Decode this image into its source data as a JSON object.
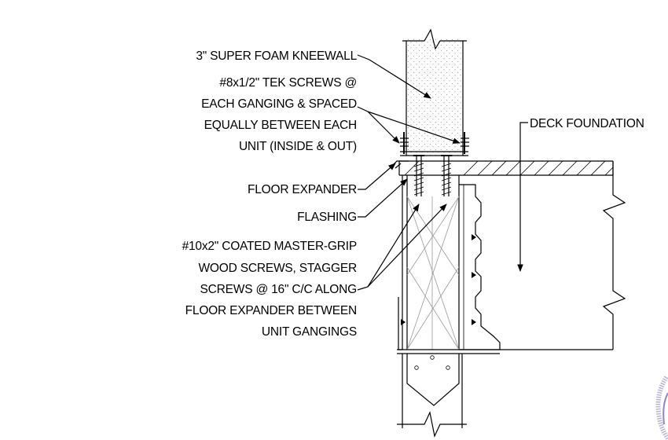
{
  "callouts": {
    "kneewall": "3\" SUPER FOAM KNEEWALL",
    "tek_line1": "#8x1/2\" TEK SCREWS @",
    "tek_line2": "EACH GANGING & SPACED",
    "tek_line3": "EQUALLY BETWEEN EACH",
    "tek_line4": "UNIT (INSIDE & OUT)",
    "floor_expander": "FLOOR EXPANDER",
    "flashing": "FLASHING",
    "wood_line1": "#10x2\" COATED MASTER-GRIP",
    "wood_line2": "WOOD SCREWS, STAGGER",
    "wood_line3": "SCREWS @ 16\" C/C ALONG",
    "wood_line4": "FLOOR EXPANDER BETWEEN",
    "wood_line5": "UNIT GANGINGS",
    "deck_foundation": "DECK FOUNDATION"
  }
}
